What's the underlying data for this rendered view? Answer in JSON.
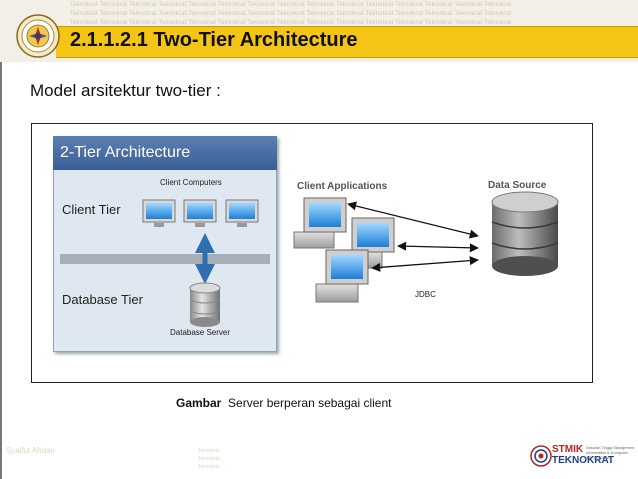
{
  "header": {
    "watermark": "Teknokrat Teknokrat Teknokrat Teknokrat Teknokrat Teknokrat Teknokrat Teknokrat Teknokrat Teknokrat Teknokrat Teknokrat Teknokrat Teknokrat Teknokrat",
    "title": "2.1.1.2.1 Two-Tier Architecture",
    "title_bar_color": "#f5c516"
  },
  "content": {
    "subtitle": "Model arsitektur two-tier :",
    "figure": {
      "panel_title": "2-Tier Architecture",
      "client_computers": "Client Computers",
      "client_tier": "Client Tier",
      "database_tier": "Database Tier",
      "database_server": "Database Server",
      "client_applications": "Client Applications",
      "data_source": "Data Source",
      "jdbc": "JDBC"
    },
    "caption_bold": "Gambar",
    "caption_text": "Server berperan sebagai client"
  },
  "footer": {
    "author": "Syaiful Ahdan",
    "watermark": "Teknokrat",
    "brand_top": "STMIK",
    "brand_bottom": "TEKNOKRAT",
    "brand_small_1": "Sekolah Tinggi Manajemen",
    "brand_small_2": "Informatika & Komputer",
    "brand_small_3": "TEKNOKRAT"
  }
}
